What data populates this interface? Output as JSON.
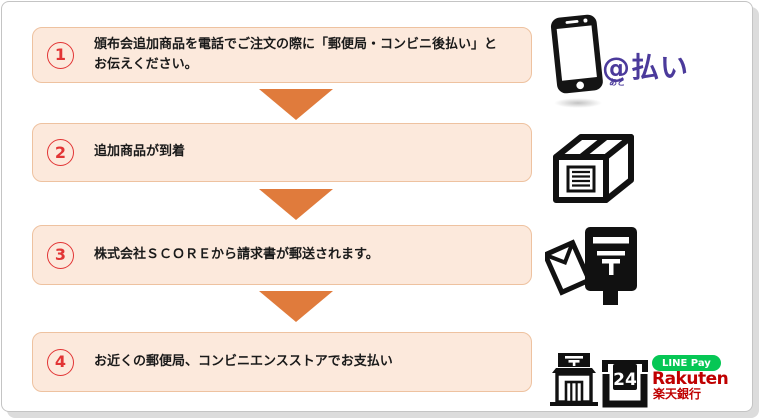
{
  "panel": {
    "steps": [
      {
        "number": "1",
        "text": "頒布会追加商品を電話でご注文の際に「郵便局・コンビニ後払い」と\nお伝えください。"
      },
      {
        "number": "2",
        "text": "追加商品が到着"
      },
      {
        "number": "3",
        "text": "株式会社ＳＣＯＲＥから請求書が郵送されます。"
      },
      {
        "number": "4",
        "text": "お近くの郵便局、コンビニエンスストアでお支払い"
      }
    ],
    "icons": {
      "atobarai": {
        "at": "@",
        "furigana": "あと",
        "suffix": "払い"
      },
      "store24": {
        "label": "24"
      },
      "line_pay": {
        "label": "LINE Pay"
      },
      "rakuten": {
        "wordmark": "Rakuten",
        "bank": "楽天銀行"
      }
    },
    "colors": {
      "box_fill": "#fce9dc",
      "box_border": "#eec2a0",
      "arrow_orange": "#e07b3c",
      "step_number_red": "#e23535",
      "atobarai_purple": "#4b3a9b",
      "line_pay_green": "#06C755",
      "rakuten_red": "#bf0000"
    }
  }
}
